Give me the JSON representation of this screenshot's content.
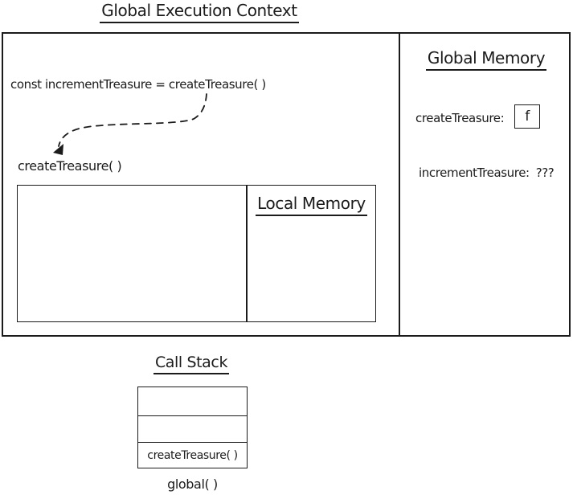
{
  "title": "Global Execution Context",
  "colors": {
    "ink": "#1b1b1b",
    "background": "#ffffff"
  },
  "execution_context": {
    "code_line": "const incrementTreasure = createTreasure( )",
    "call_label": "createTreasure( )",
    "arrow": "dashed-curved-arrow-from-assignment-to-call",
    "local_memory": {
      "title": "Local Memory"
    }
  },
  "global_memory": {
    "title": "Global Memory",
    "entries": [
      {
        "name": "createTreasure:",
        "value": "f",
        "boxed": true
      },
      {
        "name": "incrementTreasure:",
        "value": "???",
        "boxed": false
      }
    ]
  },
  "call_stack": {
    "title": "Call Stack",
    "frames": [
      "",
      "",
      "createTreasure( )"
    ],
    "base_label": "global( )"
  }
}
